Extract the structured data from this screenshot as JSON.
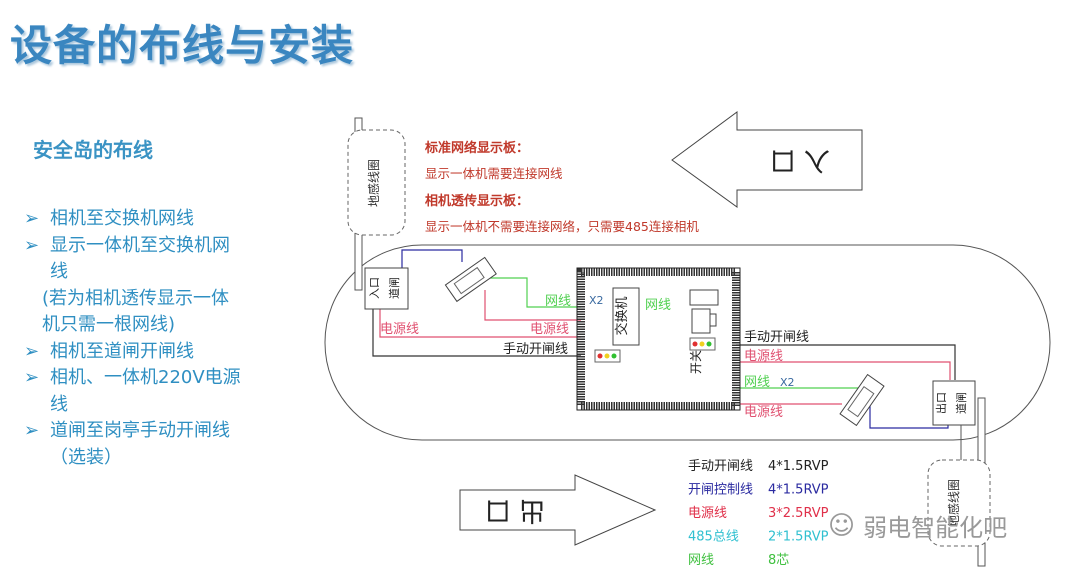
{
  "title": "设备的布线与安装",
  "subtitle": "安全岛的布线",
  "bullets": [
    {
      "lines": [
        "相机至交换机网线"
      ]
    },
    {
      "lines": [
        "显示一体机至交换机网",
        "线"
      ]
    },
    {
      "lines": [
        "(若为相机透传显示一体",
        "机只需一根网线)"
      ],
      "paren": true
    },
    {
      "lines": [
        "相机至道闸开闸线"
      ]
    },
    {
      "lines": [
        "相机、一体机220V电源",
        "线"
      ]
    },
    {
      "lines": [
        "道闸至岗亭手动开闸线",
        "（选装）"
      ]
    }
  ],
  "bullet_marker": "➢",
  "notes": {
    "h1": "标准网络显示板：",
    "t1": "显示一体机需要连接网线",
    "h2": "相机透传显示板：",
    "t2": "显示一体机不需要连接网络，只需要485连接相机"
  },
  "diagram": {
    "loop_coil": "地感线圈",
    "entry_arrow": "入 口",
    "exit_arrow": "出 口",
    "entry_gate": [
      "入口",
      "道闸"
    ],
    "exit_gate": [
      "出口",
      "道闸"
    ],
    "switch": "交换机",
    "toggle": "开关",
    "labels": {
      "net": "网线",
      "x2": "X2",
      "power": "电源线",
      "manual": "手动开闸线"
    }
  },
  "legend": [
    {
      "name": "手动开闸线",
      "spec": "4*1.5RVP",
      "color": "#222222"
    },
    {
      "name": "开闸控制线",
      "spec": "4*1.5RVP",
      "color": "#2a2aa0"
    },
    {
      "name": "电源线",
      "spec": "3*2.5RVP",
      "color": "#e0304a"
    },
    {
      "name": "485总线",
      "spec": "2*1.5RVP",
      "color": "#30c0d0"
    },
    {
      "name": "网线",
      "spec": "8芯",
      "color": "#40c040"
    }
  ],
  "watermark": "弱电智能化吧"
}
